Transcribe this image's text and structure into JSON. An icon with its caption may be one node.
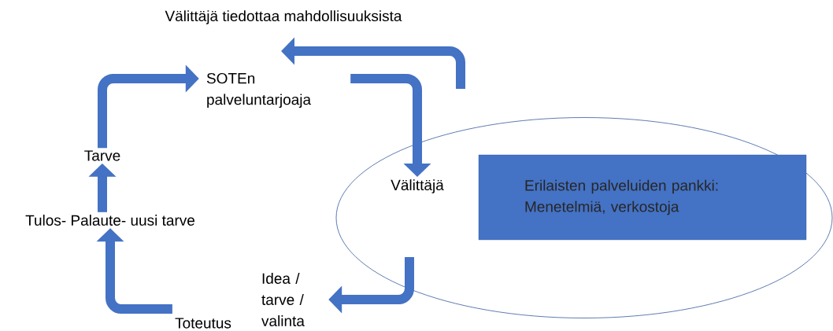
{
  "diagram": {
    "nodes": [
      {
        "text": [
          "Välittäjä tiedottaa mahdollisuuksista"
        ]
      },
      {
        "text": [
          "SOTEn palveluntarjoaja"
        ]
      },
      {
        "text": [],
        "shape": "ellipse"
      },
      {
        "text": [
          "Välittäjä"
        ],
        "in": 2
      },
      {
        "text": [
          "Erilaisten palveluiden pankki: Menetelmiä, verkostoja"
        ],
        "in": 2
      },
      {
        "text": [
          "Idea / tarve / valinta"
        ]
      },
      {
        "text": [
          "Toteutus"
        ]
      },
      {
        "text": [
          "Tulos- Palaute- uusi tarve"
        ]
      },
      {
        "text": [
          "Tarve"
        ]
      }
    ],
    "edges": [
      {
        "from": 8,
        "to": 1,
        "arrow": "to"
      },
      {
        "from": 1,
        "to": 3,
        "arrow": "to"
      },
      {
        "from": 2,
        "to": 0,
        "arrow": "to"
      },
      {
        "from": 2,
        "to": 5,
        "arrow": "to"
      },
      {
        "from": 6,
        "to": 7,
        "arrow": "to"
      },
      {
        "from": 7,
        "to": 8,
        "arrow": "to"
      }
    ]
  }
}
